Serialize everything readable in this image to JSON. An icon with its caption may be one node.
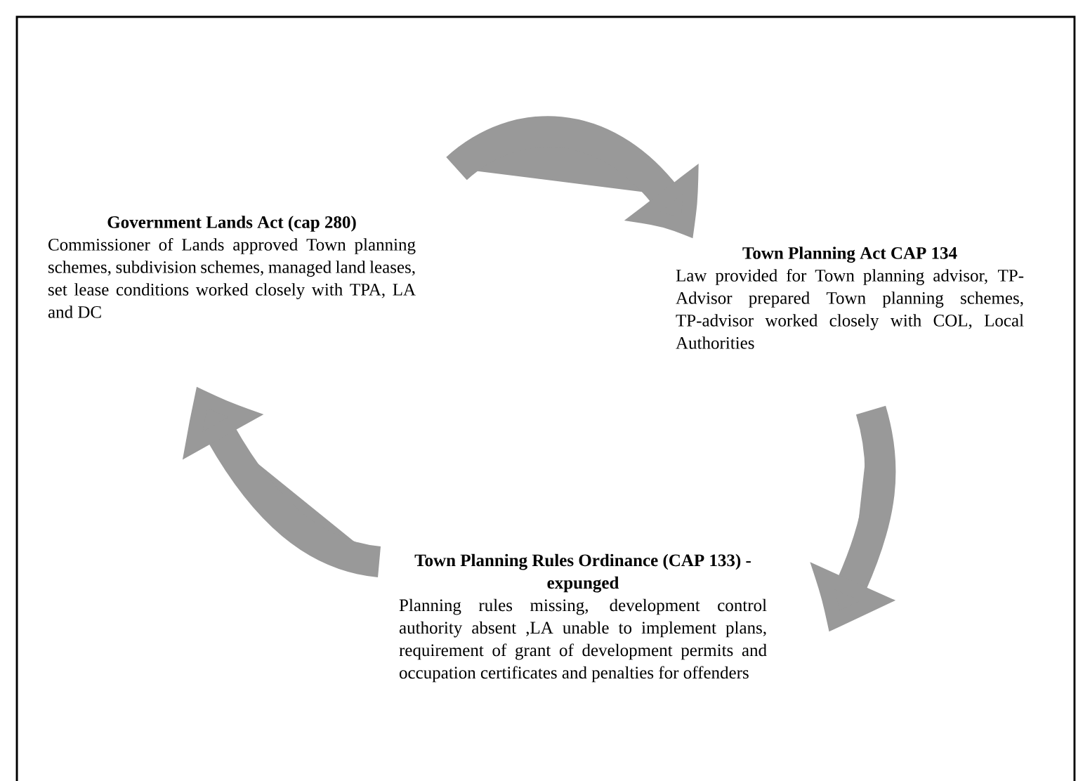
{
  "diagram": {
    "nodes": [
      {
        "text": [
          "Government Lands Act (cap 280)",
          "Commissioner of Lands approved Town planning schemes, subdivision schemes, managed land leases, set lease conditions worked closely with TPA, LA and DC"
        ]
      },
      {
        "text": [
          "Town Planning Act CAP 134",
          "Law provided for Town planning advisor, TP-Advisor prepared Town planning schemes, TP-advisor worked closely with COL, Local Authorities"
        ]
      },
      {
        "text": [
          "Town Planning Rules Ordinance (CAP 133) - expunged",
          "Planning rules missing, development control authority absent ,LA unable to implement plans, requirement of grant of development permits and occupation certificates and penalties for offenders"
        ]
      }
    ],
    "edges": [
      {
        "from": 0,
        "to": 1,
        "arrow": "to"
      },
      {
        "from": 1,
        "to": 2,
        "arrow": "to"
      },
      {
        "from": 2,
        "to": 0,
        "arrow": "to"
      }
    ]
  }
}
